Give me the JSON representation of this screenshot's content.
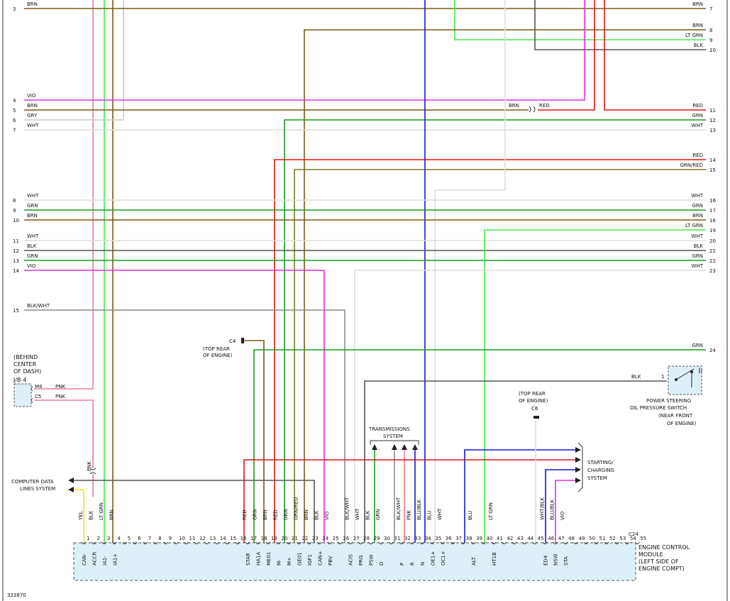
{
  "colors": {
    "BRN": "#7a5a10",
    "GRN": "#1e9a1e",
    "LTGRN": "#4de84d",
    "RED": "#e01515",
    "BLK": "#555555",
    "WHT": "#dddddd",
    "VIO": "#e030e0",
    "GRY": "#c8c8c8",
    "BLU": "#1616d6",
    "PNK": "#f07a9c",
    "YEL": "#ffe400",
    "GRNRED": "#7a7a20",
    "BLKWHT": "#8a8a8a",
    "ecm_fill": "#ddf0f8"
  },
  "footer": {
    "diagram_id": "323870"
  },
  "left_wires": [
    {
      "num": "3",
      "label": "BRN",
      "color": "BRN"
    },
    {
      "num": "4",
      "label": "VIO",
      "color": "VIO"
    },
    {
      "num": "5",
      "label": "BRN",
      "color": "BRN"
    },
    {
      "num": "6",
      "label": "GRY",
      "color": "GRY"
    },
    {
      "num": "7",
      "label": "WHT",
      "color": "WHT"
    },
    {
      "num": "8",
      "label": "WHT",
      "color": "WHT"
    },
    {
      "num": "9",
      "label": "GRN",
      "color": "GRN"
    },
    {
      "num": "10",
      "label": "BRN",
      "color": "BRN"
    },
    {
      "num": "11",
      "label": "WHT",
      "color": "WHT"
    },
    {
      "num": "12",
      "label": "BLK",
      "color": "BLK"
    },
    {
      "num": "13",
      "label": "GRN",
      "color": "GRN"
    },
    {
      "num": "14",
      "label": "VIO",
      "color": "VIO"
    },
    {
      "num": "15",
      "label": "BLK/WHT",
      "color": "BLKWHT"
    }
  ],
  "right_wires": [
    {
      "num": "7",
      "label": "BRN",
      "color": "BRN"
    },
    {
      "num": "8",
      "label": "BRN",
      "color": "BRN"
    },
    {
      "num": "9",
      "label": "LT GRN",
      "color": "LTGRN"
    },
    {
      "num": "10",
      "label": "BLK",
      "color": "BLK"
    },
    {
      "num": "11",
      "label": "RED",
      "color": "RED"
    },
    {
      "num": "12",
      "label": "GRN",
      "color": "GRN"
    },
    {
      "num": "13",
      "label": "WHT",
      "color": "WHT"
    },
    {
      "num": "14",
      "label": "RED",
      "color": "RED"
    },
    {
      "num": "15",
      "label": "GRN/RED",
      "color": "GRNRED"
    },
    {
      "num": "16",
      "label": "WHT",
      "color": "WHT"
    },
    {
      "num": "17",
      "label": "GRN",
      "color": "GRN"
    },
    {
      "num": "18",
      "label": "BRN",
      "color": "BRN"
    },
    {
      "num": "19",
      "label": "LT GRN",
      "color": "LTGRN"
    },
    {
      "num": "20",
      "label": "WHT",
      "color": "WHT"
    },
    {
      "num": "21",
      "label": "BLK",
      "color": "BLK"
    },
    {
      "num": "22",
      "label": "GRN",
      "color": "GRN"
    },
    {
      "num": "23",
      "label": "WHT",
      "color": "WHT"
    },
    {
      "num": "24",
      "label": "GRN",
      "color": "GRN"
    }
  ],
  "splice": {
    "left_label": "BRN",
    "right_label": "RED"
  },
  "junction_block": {
    "lines": [
      "(BEHIND",
      "CENTER",
      "OF DASH)",
      "J/B 4"
    ],
    "pins": [
      {
        "pin": "M4",
        "wire": "PNK"
      },
      {
        "pin": "C5",
        "wire": "PNK"
      }
    ]
  },
  "ground_c4": {
    "id": "C4",
    "lines": [
      "(TOP REAR",
      "OF ENGINE)"
    ]
  },
  "ground_c6": {
    "id": "C6",
    "lines": [
      "(TOP REAR",
      "OF ENGINE)"
    ]
  },
  "pnk_crossover": "PNK",
  "transmission": {
    "lines": [
      "TRANSMISSIONS",
      "SYSTEM"
    ]
  },
  "starting": {
    "lines": [
      "STARTING/",
      "CHARGING",
      "SYSTEM"
    ]
  },
  "computer_data": {
    "lines": [
      "COMPUTER DATA",
      "LINES SYSTEM"
    ]
  },
  "pressure_switch": {
    "wire": "BLK",
    "pin": "1",
    "lines": [
      "POWER STEERING",
      "OIL PRESSURE SWITCH",
      "(NEAR FRONT",
      "OF ENGINE)"
    ]
  },
  "ecm": {
    "connector": "C24",
    "lines": [
      "ENGINE CONTROL",
      "MODULE",
      "(LEFT SIDE OF",
      "ENGINE COMPT)"
    ],
    "pins": [
      {
        "n": "1",
        "name": "CAN-",
        "wire": "YEL"
      },
      {
        "n": "2",
        "name": "ACCR",
        "wire": "BLK"
      },
      {
        "n": "3",
        "name": "IA1-",
        "wire": "LT GRN"
      },
      {
        "n": "4",
        "name": "IA1+",
        "wire": "BRN"
      },
      {
        "n": "5",
        "name": "",
        "wire": ""
      },
      {
        "n": "6",
        "name": "",
        "wire": ""
      },
      {
        "n": "7",
        "name": "",
        "wire": ""
      },
      {
        "n": "8",
        "name": "",
        "wire": ""
      },
      {
        "n": "9",
        "name": "",
        "wire": ""
      },
      {
        "n": "10",
        "name": "",
        "wire": ""
      },
      {
        "n": "11",
        "name": "",
        "wire": ""
      },
      {
        "n": "12",
        "name": "",
        "wire": ""
      },
      {
        "n": "13",
        "name": "",
        "wire": ""
      },
      {
        "n": "14",
        "name": "",
        "wire": ""
      },
      {
        "n": "15",
        "name": "",
        "wire": ""
      },
      {
        "n": "16",
        "name": "",
        "wire": ""
      },
      {
        "n": "17",
        "name": "STAR",
        "wire": "RED"
      },
      {
        "n": "18",
        "name": "HA1A",
        "wire": "GRN"
      },
      {
        "n": "19",
        "name": "ME01",
        "wire": "BRN"
      },
      {
        "n": "20",
        "name": "M-",
        "wire": "RED"
      },
      {
        "n": "21",
        "name": "M+",
        "wire": "GRN"
      },
      {
        "n": "22",
        "name": "GE01",
        "wire": "GRN/RED"
      },
      {
        "n": "23",
        "name": "IGF1",
        "wire": "BRN"
      },
      {
        "n": "24",
        "name": "CAN+",
        "wire": "BLK"
      },
      {
        "n": "25",
        "name": "PBV",
        "wire": "VIO"
      },
      {
        "n": "26",
        "name": "",
        "wire": ""
      },
      {
        "n": "27",
        "name": "ACIS",
        "wire": "BLK/WHT"
      },
      {
        "n": "28",
        "name": "PRG",
        "wire": "WHT"
      },
      {
        "n": "29",
        "name": "PSW",
        "wire": "BLK"
      },
      {
        "n": "30",
        "name": "D",
        "wire": "GRN"
      },
      {
        "n": "31",
        "name": "",
        "wire": ""
      },
      {
        "n": "32",
        "name": "P",
        "wire": "BLK/WHT"
      },
      {
        "n": "33",
        "name": "R",
        "wire": "PNK"
      },
      {
        "n": "34",
        "name": "N",
        "wire": "BLU/BLK"
      },
      {
        "n": "35",
        "name": "OE1+",
        "wire": "BLU"
      },
      {
        "n": "36",
        "name": "OC1+",
        "wire": "WHT"
      },
      {
        "n": "37",
        "name": "",
        "wire": ""
      },
      {
        "n": "38",
        "name": "",
        "wire": ""
      },
      {
        "n": "39",
        "name": "ALT",
        "wire": "BLU"
      },
      {
        "n": "40",
        "name": "",
        "wire": ""
      },
      {
        "n": "41",
        "name": "HT1B",
        "wire": "LT GRN"
      },
      {
        "n": "42",
        "name": "",
        "wire": ""
      },
      {
        "n": "43",
        "name": "",
        "wire": ""
      },
      {
        "n": "44",
        "name": "",
        "wire": ""
      },
      {
        "n": "45",
        "name": "",
        "wire": ""
      },
      {
        "n": "46",
        "name": "ED4",
        "wire": "WHT/BLK"
      },
      {
        "n": "47",
        "name": "NSW",
        "wire": "BLU/BLK"
      },
      {
        "n": "48",
        "name": "STA",
        "wire": "VIO"
      },
      {
        "n": "49",
        "name": "",
        "wire": ""
      },
      {
        "n": "50",
        "name": "",
        "wire": ""
      },
      {
        "n": "51",
        "name": "",
        "wire": ""
      },
      {
        "n": "52",
        "name": "",
        "wire": ""
      },
      {
        "n": "53",
        "name": "",
        "wire": ""
      },
      {
        "n": "54",
        "name": "",
        "wire": ""
      },
      {
        "n": "55",
        "name": "",
        "wire": ""
      }
    ]
  }
}
